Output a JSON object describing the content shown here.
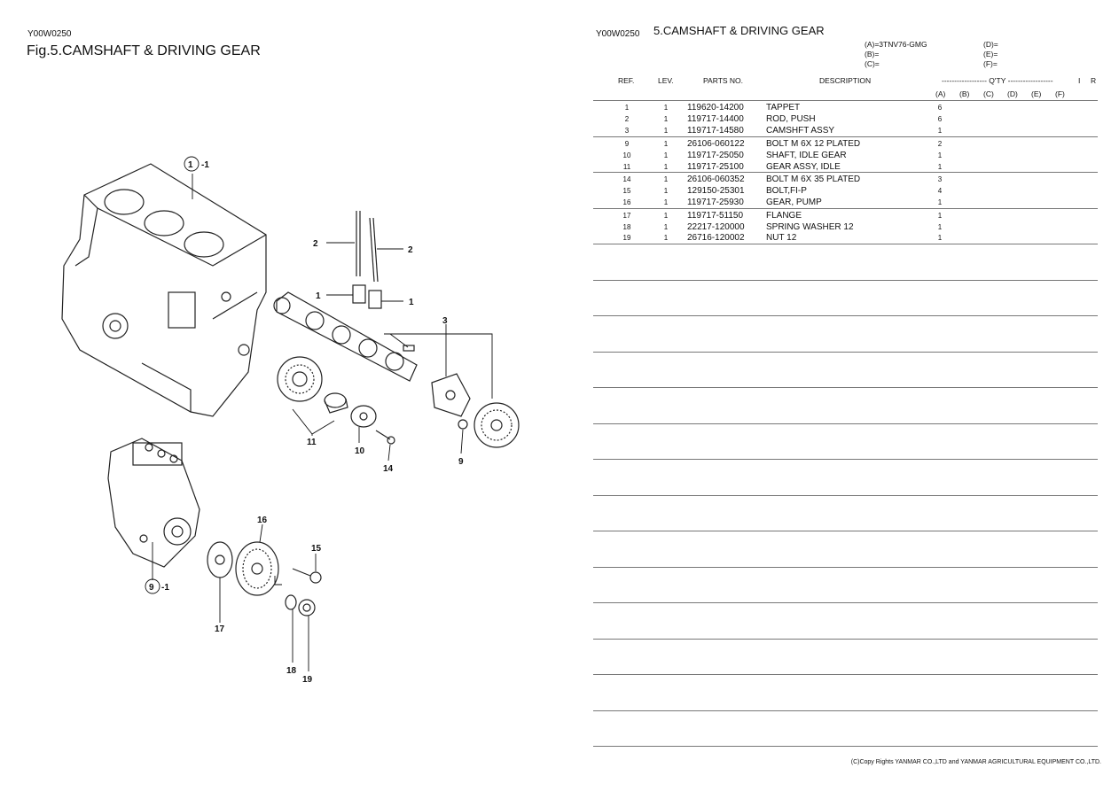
{
  "left": {
    "code": "Y00W0250",
    "title": "Fig.5.CAMSHAFT & DRIVING GEAR"
  },
  "diagram": {
    "callouts": {
      "c1_1": "1-1",
      "c2a": "2",
      "c2b": "2",
      "c1a": "1",
      "c1b": "1",
      "c3": "3",
      "c11": "11",
      "c10": "10",
      "c14": "14",
      "c9": "9",
      "c16": "16",
      "c15": "15",
      "c9_1": "9-1",
      "c17": "17",
      "c18": "18",
      "c19": "19"
    }
  },
  "right": {
    "code": "Y00W0250",
    "title": "5.CAMSHAFT & DRIVING GEAR",
    "models": {
      "a": "(A)=3TNV76-GMG",
      "b": "(B)=",
      "c": "(C)=",
      "d": "(D)=",
      "e": "(E)=",
      "f": "(F)="
    },
    "headers": {
      "ref": "REF.",
      "lev": "LEV.",
      "parts_no": "PARTS NO.",
      "description": "DESCRIPTION",
      "qty": "------------------ Q'TY ------------------",
      "i": "I",
      "r": "R",
      "qa": "(A)",
      "qb": "(B)",
      "qc": "(C)",
      "qd": "(D)",
      "qe": "(E)",
      "qf": "(F)"
    },
    "rows": [
      {
        "ref": "1",
        "lev": "1",
        "part": "119620-14200",
        "desc": "TAPPET",
        "qty": "6"
      },
      {
        "ref": "2",
        "lev": "1",
        "part": "119717-14400",
        "desc": "ROD, PUSH",
        "qty": "6"
      },
      {
        "ref": "3",
        "lev": "1",
        "part": "119717-14580",
        "desc": "CAMSHFT  ASSY",
        "qty": "1"
      },
      {
        "ref": "9",
        "lev": "1",
        "part": "26106-060122",
        "desc": "BOLT M 6X 12 PLATED",
        "qty": "2"
      },
      {
        "ref": "10",
        "lev": "1",
        "part": "119717-25050",
        "desc": "SHAFT, IDLE GEAR",
        "qty": "1"
      },
      {
        "ref": "11",
        "lev": "1",
        "part": "119717-25100",
        "desc": "GEAR ASSY, IDLE",
        "qty": "1"
      },
      {
        "ref": "14",
        "lev": "1",
        "part": "26106-060352",
        "desc": "BOLT M 6X 35 PLATED",
        "qty": "3"
      },
      {
        "ref": "15",
        "lev": "1",
        "part": "129150-25301",
        "desc": "BOLT,FI-P",
        "qty": "4"
      },
      {
        "ref": "16",
        "lev": "1",
        "part": "119717-25930",
        "desc": "GEAR, PUMP",
        "qty": "1"
      },
      {
        "ref": "17",
        "lev": "1",
        "part": "119717-51150",
        "desc": "FLANGE",
        "qty": "1"
      },
      {
        "ref": "18",
        "lev": "1",
        "part": "22217-120000",
        "desc": "SPRING WASHER 12",
        "qty": "1"
      },
      {
        "ref": "19",
        "lev": "1",
        "part": "26716-120002",
        "desc": "NUT 12",
        "qty": "1"
      }
    ],
    "copyright": "(C)Copy Rights  YANMAR CO.,LTD and YANMAR AGRICULTURAL EQUIPMENT CO.,LTD."
  }
}
